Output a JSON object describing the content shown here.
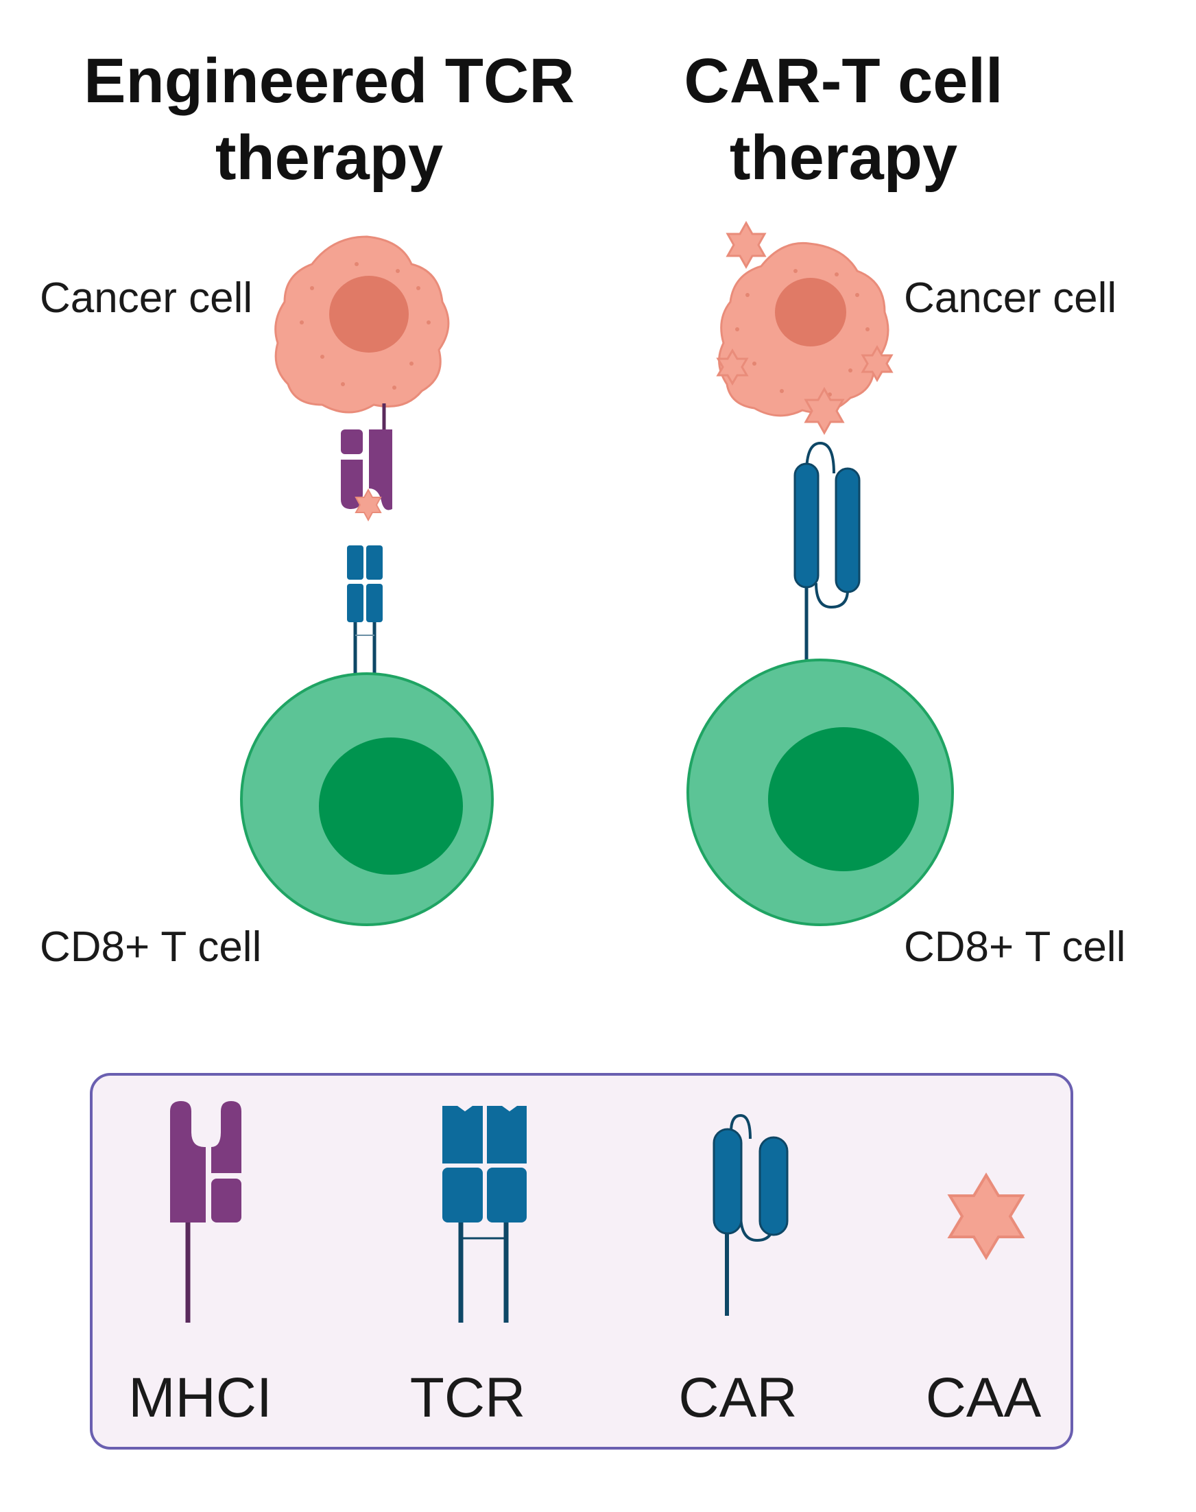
{
  "panels": {
    "left": {
      "title_line1": "Engineered TCR",
      "title_line2": "therapy",
      "cancer_label": "Cancer cell",
      "tcell_label": "CD8+ T cell"
    },
    "right": {
      "title_line1": "CAR-T cell",
      "title_line2": "therapy",
      "cancer_label": "Cancer cell",
      "tcell_label": "CD8+ T cell"
    }
  },
  "legend": {
    "items": [
      {
        "label": "MHCI",
        "icon": "mhci-icon"
      },
      {
        "label": "TCR",
        "icon": "tcr-icon"
      },
      {
        "label": "CAR",
        "icon": "car-icon"
      },
      {
        "label": "CAA",
        "icon": "caa-star-icon"
      }
    ]
  },
  "colors": {
    "mhci": "#7d3b7f",
    "receptor": "#0d6b9c",
    "cancer_cell": "#f4a392",
    "cancer_nucleus": "#e07a66",
    "tcell": "#5cc496",
    "tcell_nucleus": "#00944f",
    "legend_border": "#6a5fb0",
    "legend_fill": "#f7f0f7"
  }
}
